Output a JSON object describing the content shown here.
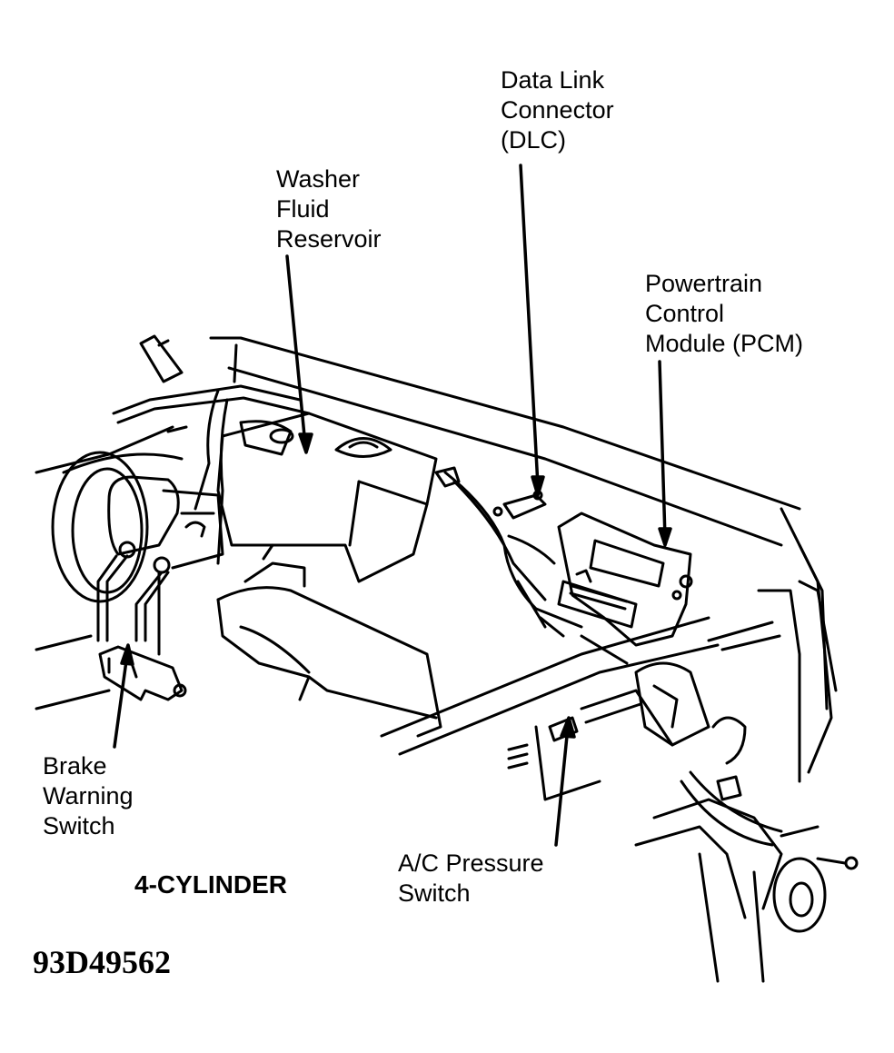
{
  "callouts": {
    "dlc": [
      "Data Link",
      "Connector",
      "(DLC)"
    ],
    "washer": [
      "Washer",
      "Fluid",
      "Reservoir"
    ],
    "pcm": [
      "Powertrain",
      "Control",
      "Module (PCM)"
    ],
    "brake": [
      "Brake",
      "Warning",
      "Switch"
    ],
    "ac": [
      "A/C Pressure",
      "Switch"
    ]
  },
  "config_label": "4-CYLINDER",
  "figure_id": "93D49562"
}
